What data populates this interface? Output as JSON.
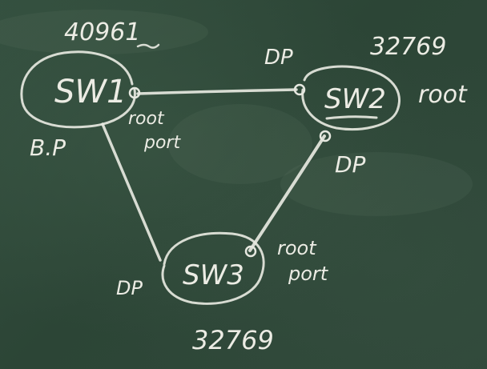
{
  "switches": [
    {
      "id": "sw1",
      "label": "SW1",
      "priority": "40961",
      "role": ""
    },
    {
      "id": "sw2",
      "label": "SW2",
      "priority": "32769",
      "role": "root"
    },
    {
      "id": "sw3",
      "label": "SW3",
      "priority": "32769",
      "role": ""
    }
  ],
  "ports": {
    "sw1_to_sw2": "root port",
    "sw2_to_sw1": "DP",
    "sw2_to_sw3": "DP",
    "sw3_to_sw2": "root port",
    "sw1_to_sw3": "B.P",
    "sw3_to_sw1": "DP"
  },
  "colors": {
    "chalk": "#ecece4",
    "board": "#2f4636"
  }
}
